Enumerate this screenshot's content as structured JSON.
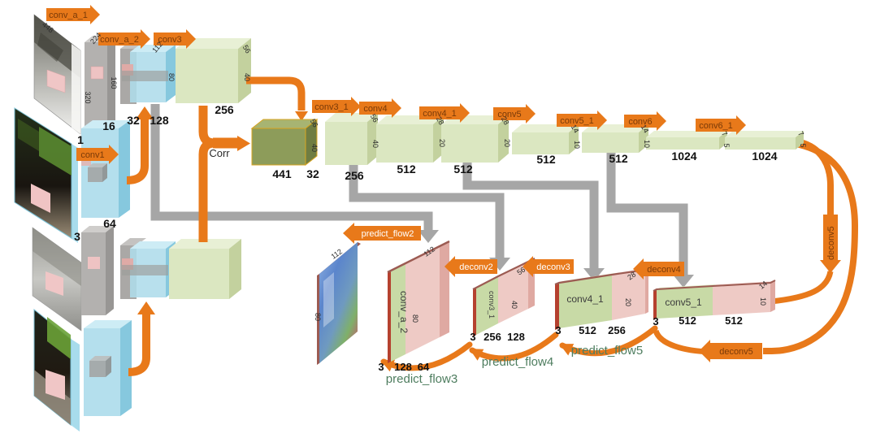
{
  "palette": {
    "orange": "#e8791a",
    "gray_arrow": "#a6a6a6",
    "teal_text": "#4e7d5f",
    "green_box": "#dbe7c1",
    "pink_box": "#eecac5",
    "corr_box": "#8d9c5a",
    "blue_box": "#aedceb"
  },
  "inputs": {
    "image1": {
      "width": "448",
      "height": "320",
      "channels": "1"
    },
    "image2": {
      "channels": "3"
    }
  },
  "encoder": {
    "conv_a_1": {
      "label": "conv_a_1",
      "width": "224",
      "height": "160",
      "channels": "16"
    },
    "conv_a_2": {
      "label": "conv_a_2",
      "width": "112",
      "height": "80",
      "channels_a": "32",
      "channels_b": "128"
    },
    "conv1": {
      "label": "conv1",
      "channels": "64"
    },
    "conv3": {
      "label": "conv3",
      "width": "56",
      "height": "40",
      "channels": "256"
    },
    "corr": {
      "label": "Corr",
      "channels": "441",
      "redir_channels": "32",
      "width": "56",
      "height": "40"
    },
    "conv3_1": {
      "label": "conv3_1",
      "width": "56",
      "height": "40",
      "channels": "256"
    },
    "conv4": {
      "label": "conv4",
      "width": "28",
      "height": "20",
      "channels": "512"
    },
    "conv4_1": {
      "label": "conv4_1",
      "width": "28",
      "height": "20",
      "channels": "512"
    },
    "conv5": {
      "label": "conv5",
      "width": "14",
      "height": "10",
      "channels": "512"
    },
    "conv5_1": {
      "label": "conv5_1",
      "width": "14",
      "height": "10",
      "channels": "512"
    },
    "conv6": {
      "label": "conv6",
      "width": "7",
      "height": "5",
      "channels": "1024"
    },
    "conv6_1": {
      "label": "conv6_1",
      "width": "7",
      "height": "5",
      "channels": "1024"
    }
  },
  "decoder": {
    "predict_flow2_label": "predict_flow2",
    "flow_image": {
      "width": "112",
      "height": "80"
    },
    "stacks": [
      {
        "name": "conv_a_2",
        "width": "112",
        "height": "80",
        "flow_channels": "3",
        "skip_channels": "128",
        "deconv_channels": "64",
        "deconv_label": "deconv2",
        "predict_label": "predict_flow3"
      },
      {
        "name": "conv3_1",
        "width": "56",
        "height": "40",
        "flow_channels": "3",
        "skip_channels": "256",
        "deconv_channels": "128",
        "deconv_label": "deconv3",
        "predict_label": "predict_flow4"
      },
      {
        "name": "conv4_1",
        "width": "28",
        "height": "20",
        "flow_channels": "3",
        "skip_channels": "512",
        "deconv_channels": "256",
        "deconv_label": "deconv4",
        "predict_label": "predict_flow5"
      },
      {
        "name": "conv5_1",
        "width": "14",
        "height": "10",
        "flow_channels": "3",
        "skip_channels": "512",
        "deconv_channels": "512",
        "deconv_label": "deconv5",
        "deconv_bottom_label": "deconv5"
      }
    ]
  }
}
